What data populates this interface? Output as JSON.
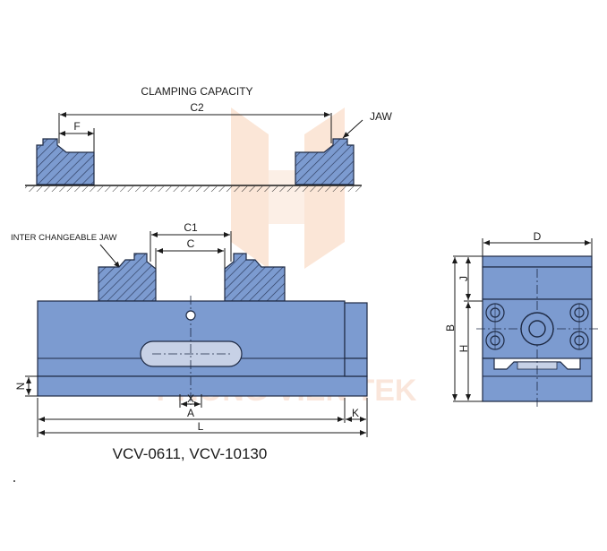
{
  "diagram": {
    "top_section": {
      "title": "CLAMPING CAPACITY",
      "dim_c2": "C2",
      "dim_f": "F",
      "callout_jaw": "JAW"
    },
    "front_view": {
      "callout_interchangeable_jaw": "INTER CHANGEABLE JAW",
      "dim_c1": "C1",
      "dim_c": "C",
      "dim_n": "N",
      "dim_x": "X",
      "dim_a": "A",
      "dim_k": "K",
      "dim_l": "L",
      "model_caption": "VCV-0611, VCV-10130"
    },
    "side_view": {
      "dim_d": "D",
      "dim_b": "B",
      "dim_j": "J",
      "dim_h": "H"
    },
    "watermark": "PHONG VIEN TEK",
    "colors": {
      "body_fill": "#7c9bd0",
      "outline": "#1e2a44",
      "hatch": "#2c3a5c",
      "slot_fill": "#c7d1e6",
      "watermark": "#f4c9b0"
    }
  }
}
